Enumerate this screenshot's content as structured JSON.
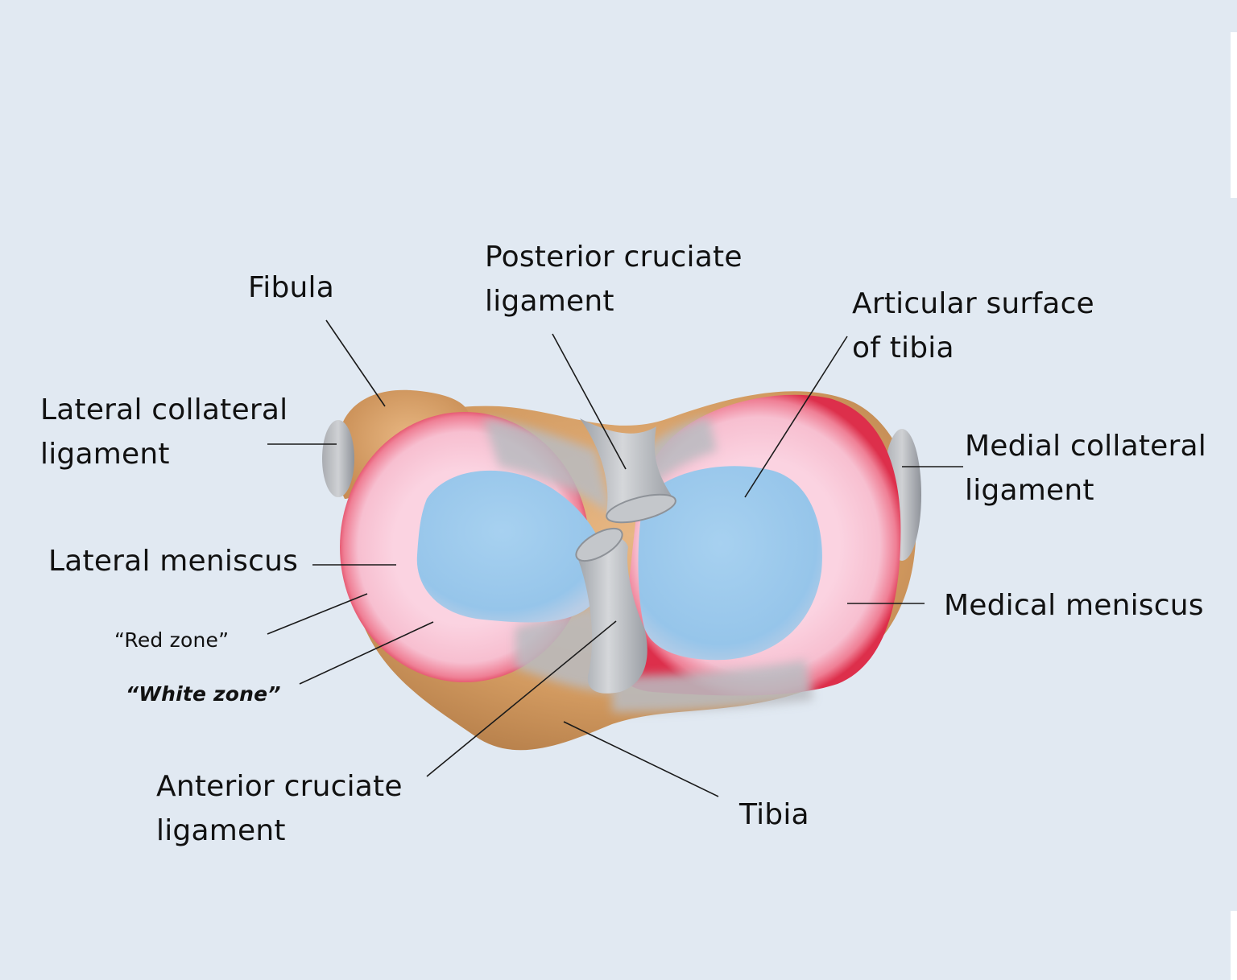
{
  "labels": {
    "fibula": [
      "Fibula"
    ],
    "pcl": [
      "Posterior cruciate",
      "ligament"
    ],
    "articular": [
      "Articular surface",
      "of tibia"
    ],
    "lcl": [
      "Lateral collateral",
      "ligament"
    ],
    "mcl": [
      "Medial collateral",
      "ligament"
    ],
    "lateral_meniscus": [
      "Lateral meniscus"
    ],
    "medial_meniscus": [
      "Medical meniscus"
    ],
    "red_zone": [
      "“Red zone”"
    ],
    "white_zone": [
      "“White zone”"
    ],
    "acl": [
      "Anterior cruciate",
      "ligament"
    ],
    "tibia": [
      "Tibia"
    ]
  },
  "colors": {
    "background": "#e1e9f2",
    "bone": "#d39a63",
    "meniscus_pink": "#f9c9d8",
    "meniscus_red": "#e2324c",
    "cartilage_blue": "#9fcaec",
    "ligament_gray": "#b8bbc0",
    "leader_line": "#1a1a1a"
  }
}
